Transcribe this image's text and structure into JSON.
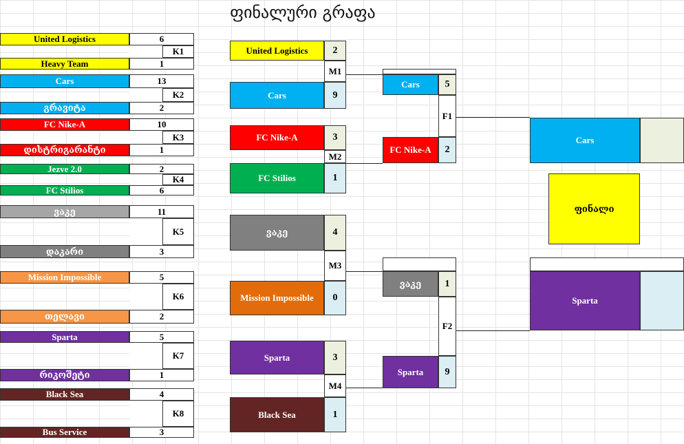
{
  "title": "ფინალური გრაფა",
  "colors": {
    "yellow": "#ffff00",
    "blue": "#00b0f0",
    "red": "#ff0000",
    "green": "#00b050",
    "gray_light": "#a6a6a6",
    "gray": "#808080",
    "orange_light": "#f79646",
    "orange": "#e26b0a",
    "purple": "#7030a0",
    "maroon": "#632523",
    "score_top": "#ebf1de",
    "score_bottom": "#daeef3"
  },
  "round1": [
    {
      "label": "K1",
      "team1": "United Logistics",
      "score1": "6",
      "team2": "Heavy Team",
      "score2": "1"
    },
    {
      "label": "K2",
      "team1": "Cars",
      "score1": "13",
      "team2": "გრავიტა",
      "score2": "2"
    },
    {
      "label": "K3",
      "team1": "FC Nike-A",
      "score1": "10",
      "team2": "დისტრიგარანტი",
      "score2": "1"
    },
    {
      "label": "K4",
      "team1": "Jezve 2.0",
      "score1": "2",
      "team2": "FC Stilios",
      "score2": "6"
    },
    {
      "label": "K5",
      "team1": "ვაკე",
      "score1": "11",
      "team2": "დაკარი",
      "score2": "3"
    },
    {
      "label": "K6",
      "team1": "Mission Impossible",
      "score1": "5",
      "team2": "თელავი",
      "score2": "2"
    },
    {
      "label": "K7",
      "team1": "Sparta",
      "score1": "5",
      "team2": "რიკოშეტი",
      "score2": "1"
    },
    {
      "label": "K8",
      "team1": "Black Sea",
      "score1": "4",
      "team2": "Bus Service",
      "score2": "3"
    }
  ],
  "quarterfinals": [
    {
      "label": "M1",
      "team1": "United Logistics",
      "score1": "2",
      "team2": "Cars",
      "score2": "9"
    },
    {
      "label": "M2",
      "team1": "FC Nike-A",
      "score1": "3",
      "team2": "FC Stilios",
      "score2": "1"
    },
    {
      "label": "M3",
      "team1": "ვაკე",
      "score1": "4",
      "team2": "Mission Impossible",
      "score2": "0"
    },
    {
      "label": "M4",
      "team1": "Sparta",
      "score1": "3",
      "team2": "Black Sea",
      "score2": "1"
    }
  ],
  "semifinals": [
    {
      "label": "F1",
      "team1": "Cars",
      "score1": "5",
      "team2": "FC Nike-A",
      "score2": "2"
    },
    {
      "label": "F2",
      "team1": "ვაკე",
      "score1": "1",
      "team2": "Sparta",
      "score2": "9"
    }
  ],
  "final": {
    "label": "ფინალი",
    "team1": "Cars",
    "score1": "",
    "team2": "Sparta",
    "score2": ""
  }
}
